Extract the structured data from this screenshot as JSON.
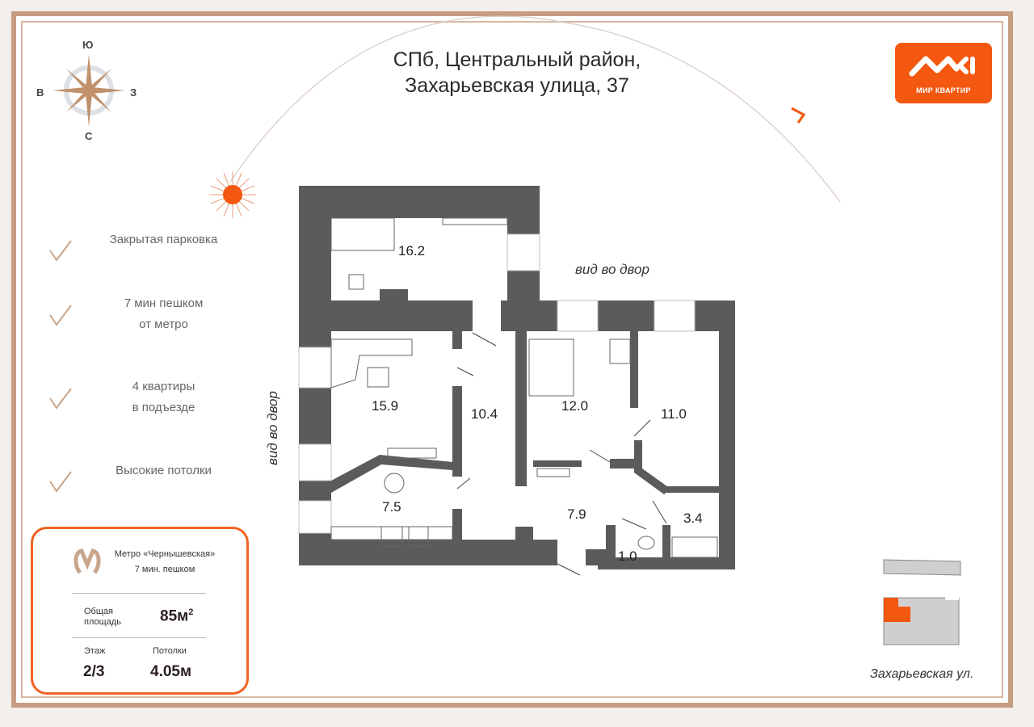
{
  "header": {
    "title_line1": "СПб, Центральный район,",
    "title_line2": "Захарьевская улица, 37"
  },
  "logo": {
    "text": "МИР КВАРТИР",
    "color": "#f4570f"
  },
  "compass": {
    "north": "С",
    "south": "Ю",
    "west": "З",
    "east": "В"
  },
  "features": [
    {
      "line1": "Закрытая парковка",
      "line2": ""
    },
    {
      "line1": "7 мин пешком",
      "line2": "от метро"
    },
    {
      "line1": "4 квартиры",
      "line2": "в подъезде"
    },
    {
      "line1": "Высокие потолки",
      "line2": ""
    }
  ],
  "info_card": {
    "metro_line1": "Метро «Чернышевская»",
    "metro_line2": "7 мин. пешком",
    "area_label_1": "Общая",
    "area_label_2": "площадь",
    "area_value": "85м",
    "area_unit_sup": "2",
    "floor_label": "Этаж",
    "floor_value": "2/3",
    "ceiling_label": "Потолки",
    "ceiling_value": "4.05м",
    "accent": "#f26322"
  },
  "plan": {
    "view_top": "вид во двор",
    "view_left": "вид во двор",
    "rooms": [
      "16.2",
      "15.9",
      "10.4",
      "12.0",
      "11.0",
      "7.5",
      "7.9",
      "3.4",
      "1.0"
    ],
    "wall_color": "#5b5b5d"
  },
  "location": {
    "street": "Захарьевская ул.",
    "highlight": "#f4570f"
  }
}
